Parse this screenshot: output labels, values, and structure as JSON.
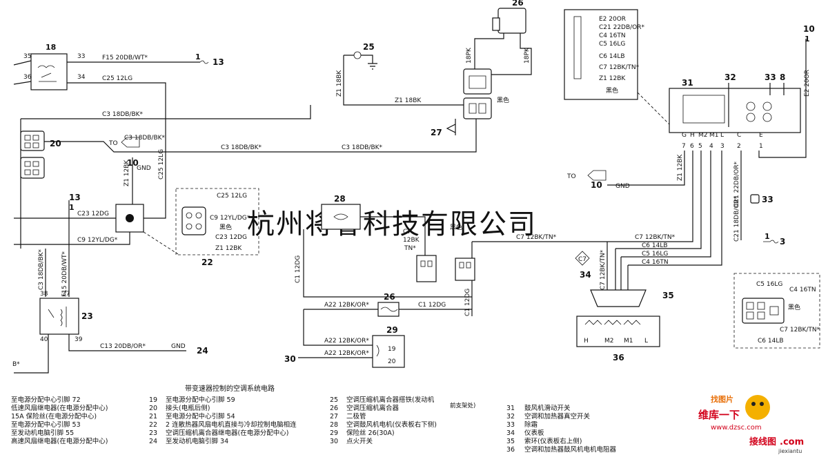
{
  "watermark": "杭州将睿科技有限公司",
  "title": "带变速器控制的空调系统电路",
  "wires": {
    "f15_top": "F15 20DB/WT*",
    "c25_top": "C25 12LG",
    "c3_left": "C3 18DB/BK*",
    "c3_mid1": "C3 18DB/BK*",
    "c3_mid2": "C3 18DB/BK*",
    "c25_vert": "C25 12LG",
    "z1_10": "Z1 12BK",
    "gnd": "GND",
    "c23_left": "C23 12DG",
    "c9_left": "C9 12YL/DG*",
    "c3_vert": "C3 18DB/BK*",
    "f15_vert": "F15 20DB/WT*",
    "c13": "C13 20DB/OR*",
    "gnd2": "GND",
    "z1_top": "Z1 18BK",
    "z1_mid": "Z1 18BK",
    "pk1": "18PK",
    "pk2": "18PK",
    "c1_left": "C1 12DG",
    "c7_28": "C7",
    "c7_28b": "12BK",
    "c7_28c": "TN*",
    "color_black": "黑色",
    "c1_vert": "C1 12DG",
    "a22_1": "A22 12BK/OR*",
    "c1_26": "C1 12DG",
    "a22_2": "A22 12BK/OR*",
    "a22_3": "A22 12BK/OR*",
    "c7_main": "C7 12BK/TN*",
    "c7_right": "C7 12BK/TN*",
    "c6": "C6 14LB",
    "c5": "C5 16LG",
    "c4": "C4 16TN",
    "c7_vert": "C7 12BK/TN*",
    "z1_31": "Z1 12BK",
    "c21_vert": "C21 22DB/OR*",
    "c21_vert2": "C21 18DB/OR*",
    "e2_vert": "E2 20OR",
    "gnd3": "GND",
    "to": "TO",
    "to2": "TO"
  },
  "conn22": {
    "labels": [
      "C25 12LG",
      "C9 12YL/DG*",
      "黑色",
      "C23 12DG",
      "Z1 12BK"
    ]
  },
  "conn_top_right": {
    "labels": [
      "E2 20OR",
      "C21 22DB/OR*",
      "C4 16TN",
      "C5 16LG",
      "C6 14LB",
      "C7 12BK/TN*",
      "Z1 12BK",
      "黑色"
    ]
  },
  "conn36_detail": {
    "labels": [
      "C5 16LG",
      "C4 16TN",
      "黑色",
      "C7 12BK/TN*",
      "C6 14LB"
    ]
  },
  "pins31": [
    "G",
    "H",
    "M2",
    "M1",
    "L",
    "C",
    "E"
  ],
  "pins31_nums": [
    "7",
    "6",
    "5",
    "4",
    "3",
    "2",
    "1"
  ],
  "pins36": [
    "H",
    "M2",
    "M1",
    "L"
  ],
  "comp_nums": {
    "n18": "18",
    "n13a": "13",
    "n1a": "1",
    "n20": "20",
    "n10": "10",
    "n22": "22",
    "n13b": "13",
    "n1b": "1",
    "n23": "23",
    "n24": "24",
    "n25": "25",
    "n26": "26",
    "n27": "27",
    "n28": "28",
    "n26b": "26",
    "n29": "29",
    "n30": "30",
    "n31": "31",
    "n32": "32",
    "n33": "33",
    "n8": "8",
    "n10b": "10",
    "n33b": "33",
    "n3": "3",
    "n34": "34",
    "n35": "35",
    "n36": "36",
    "n10c": "10",
    "n1c": "1",
    "n1d": "1",
    "n1e": "1",
    "p35": "35",
    "p33": "33",
    "p36": "36",
    "p34": "34",
    "p38": "38",
    "p37": "37",
    "p40": "40",
    "p39": "39",
    "p19": "19",
    "p20": "20",
    "f30": "30"
  },
  "legend": {
    "col1": [
      "至电源分配中心引脚 72",
      "低速风扇继电器(在电源分配中心)",
      "15A 保险丝(在电源分配中心)",
      "至电源分配中心引脚 53",
      "至发动机电脑引脚 55",
      "高速风扇继电器(在电源分配中心)"
    ],
    "col2": [
      {
        "n": "19",
        "t": "至电源分配中心引脚 59"
      },
      {
        "n": "20",
        "t": "接头(电瓶后侧)"
      },
      {
        "n": "21",
        "t": "至电源分配中心引脚 54"
      },
      {
        "n": "22",
        "t": "2 连散热器风扇电机直接与冷却控制电脑相连"
      },
      {
        "n": "23",
        "t": "空调压缩机离合器继电器(在电源分配中心)"
      },
      {
        "n": "24",
        "t": "至发动机电脑引脚 34"
      }
    ],
    "col3": [
      {
        "n": "25",
        "t": "空调压缩机离合器搭铁(发动机"
      },
      {
        "n": "26",
        "t": "空调压缩机离合器"
      },
      {
        "n": "27",
        "t": "二极管"
      },
      {
        "n": "28",
        "t": "空调鼓风机电机(仪表板右下侧)"
      },
      {
        "n": "29",
        "t": "保险丝 26(30A)"
      },
      {
        "n": "30",
        "t": "点火开关"
      }
    ],
    "col3_note": "前支架处)",
    "col4": [
      {
        "n": "31",
        "t": "鼓风机滑动开关"
      },
      {
        "n": "32",
        "t": "空调和加热器真空开关"
      },
      {
        "n": "33",
        "t": "除霜"
      },
      {
        "n": "34",
        "t": "仪表板"
      },
      {
        "n": "35",
        "t": "索环(仪表板右上侧)"
      },
      {
        "n": "36",
        "t": "空调和加热器鼓风机电机电阻器"
      }
    ]
  },
  "logo": {
    "text1": "维库一下",
    "text2": "www.dzsc.com",
    "text3": "接线图",
    "text4": ".com",
    "text5": "jiexiantu",
    "stamp": "找图片"
  }
}
